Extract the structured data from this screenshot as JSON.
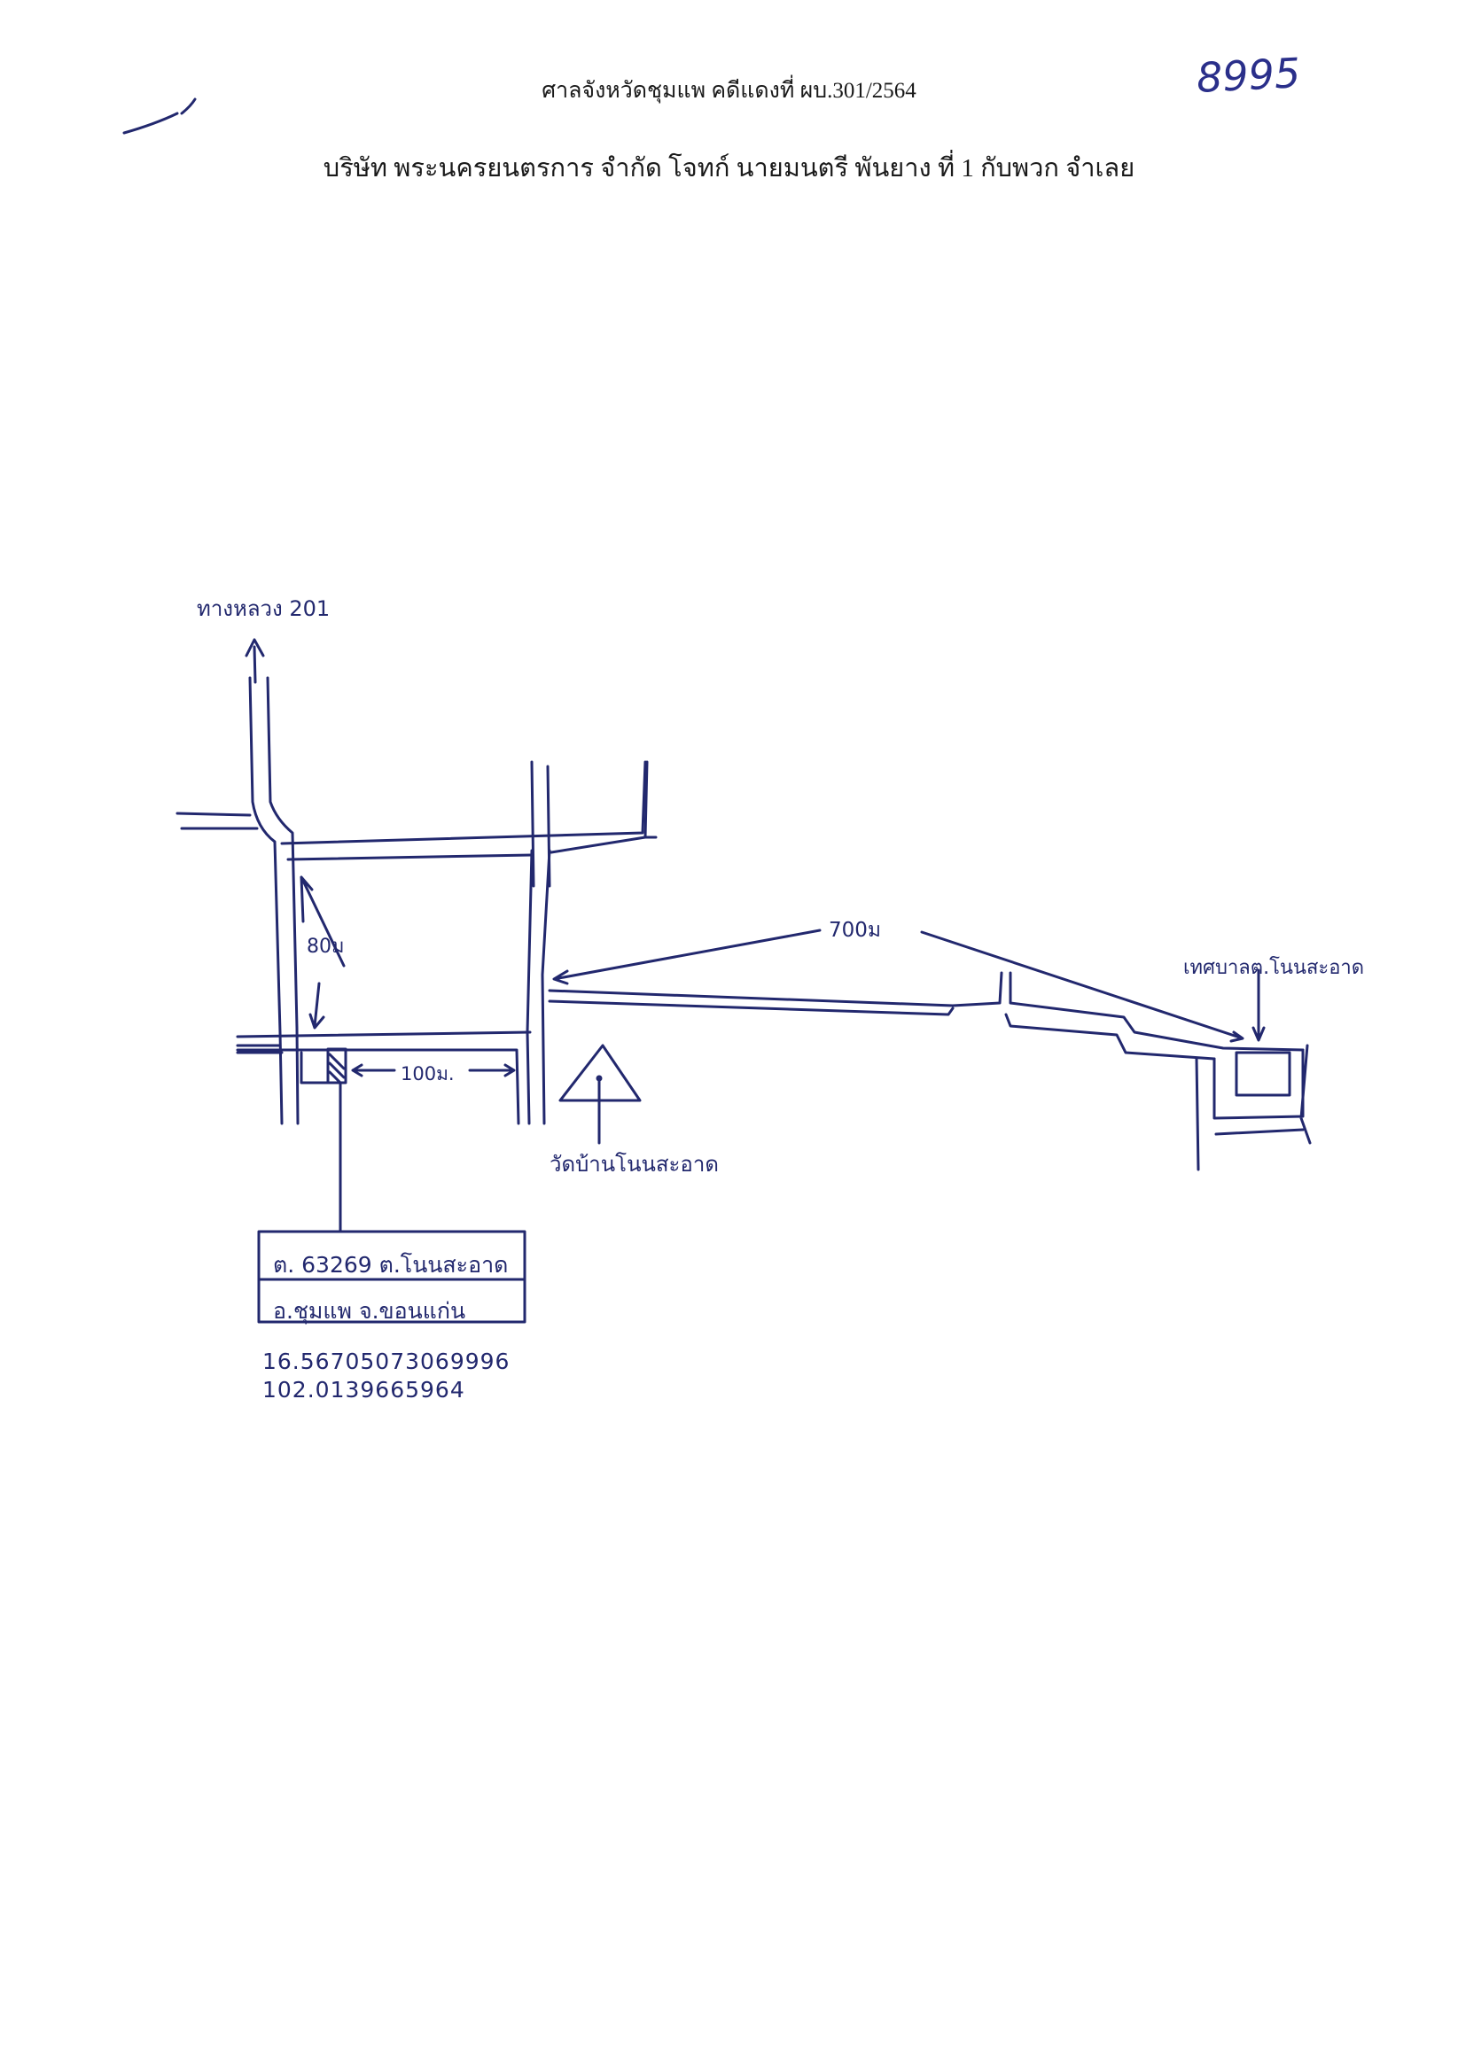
{
  "header": {
    "court_line": "ศาลจังหวัดชุมแพ คดีแดงที่ ผบ.301/2564",
    "parties_line": "บริษัท พระนครยนตรการ จำกัด โจทก์ นายมนตรี พันยาง ที่ 1 กับพวก จำเลย",
    "doc_number": "8995"
  },
  "map": {
    "label_highway": "ทางหลวง 201",
    "label_80m": "80ม",
    "label_700m": "700ม",
    "label_100m": "100ม.",
    "label_office": "เทศบาลต.โนนสะอาด",
    "label_temple": "วัดบ้านโนนสะอาด",
    "info_box": {
      "line1": "ต. 63269 ต.โนนสะอาด",
      "line2": "อ.ชุมแพ จ.ขอนแก่น"
    },
    "coordinates": {
      "lat": "16.56705073069996",
      "lon": "102.0139665964"
    }
  },
  "colors": {
    "ink": "#22286e",
    "print": "#1a1a1a"
  }
}
